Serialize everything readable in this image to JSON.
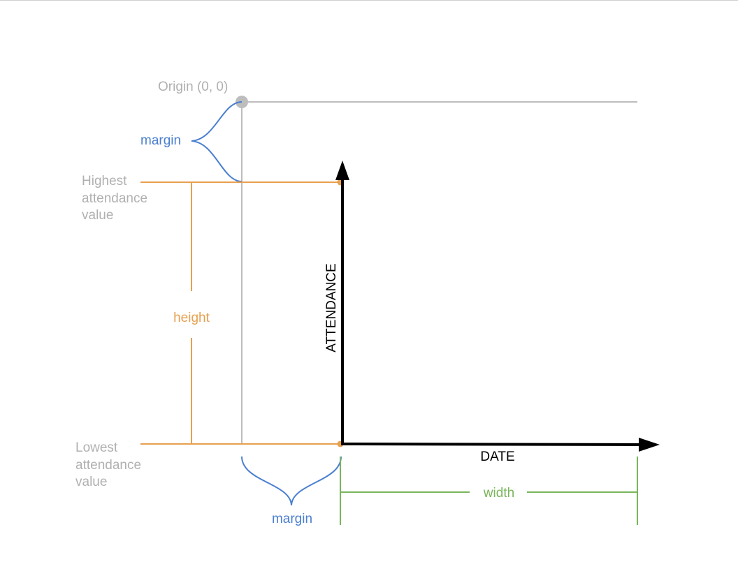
{
  "labels": {
    "origin": "Origin (0, 0)",
    "margin_top": "margin",
    "highest_line1": "Highest",
    "highest_line2": "attendance",
    "highest_line3": "value",
    "lowest_line1": "Lowest",
    "lowest_line2": "attendance",
    "lowest_line3": "value",
    "height": "height",
    "width": "width",
    "margin_bottom": "margin",
    "y_axis": "ATTENDANCE",
    "x_axis": "DATE"
  },
  "colors": {
    "gray": "#bdbdbd",
    "gray_text": "#b0b0b0",
    "blue": "#4a7fd0",
    "orange": "#e8a050",
    "green": "#7ab55c",
    "black": "#000000"
  }
}
